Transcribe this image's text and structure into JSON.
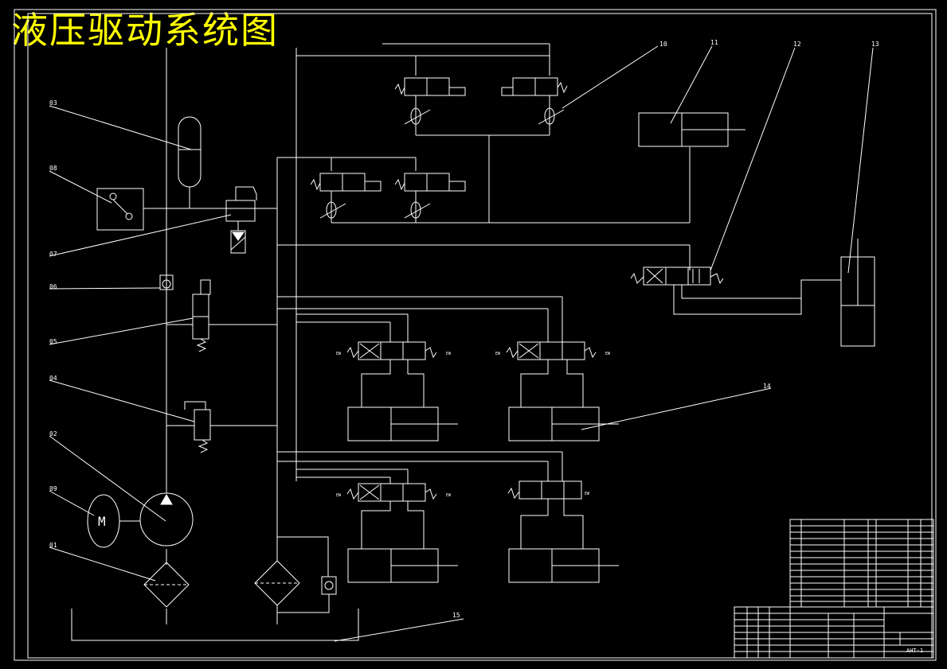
{
  "drawing": {
    "title": "液压驱动系统图",
    "sheet_code": "AHT-1",
    "motor_symbol": "M",
    "solenoid_mark": "EW",
    "spring_mark": "W",
    "colors": {
      "background": "#000000",
      "lines": "#ffffff",
      "title": "#ffff00"
    }
  },
  "callouts": [
    "01",
    "02",
    "03",
    "04",
    "05",
    "06",
    "07",
    "08",
    "09",
    "10",
    "11",
    "12",
    "13",
    "14",
    "15"
  ]
}
